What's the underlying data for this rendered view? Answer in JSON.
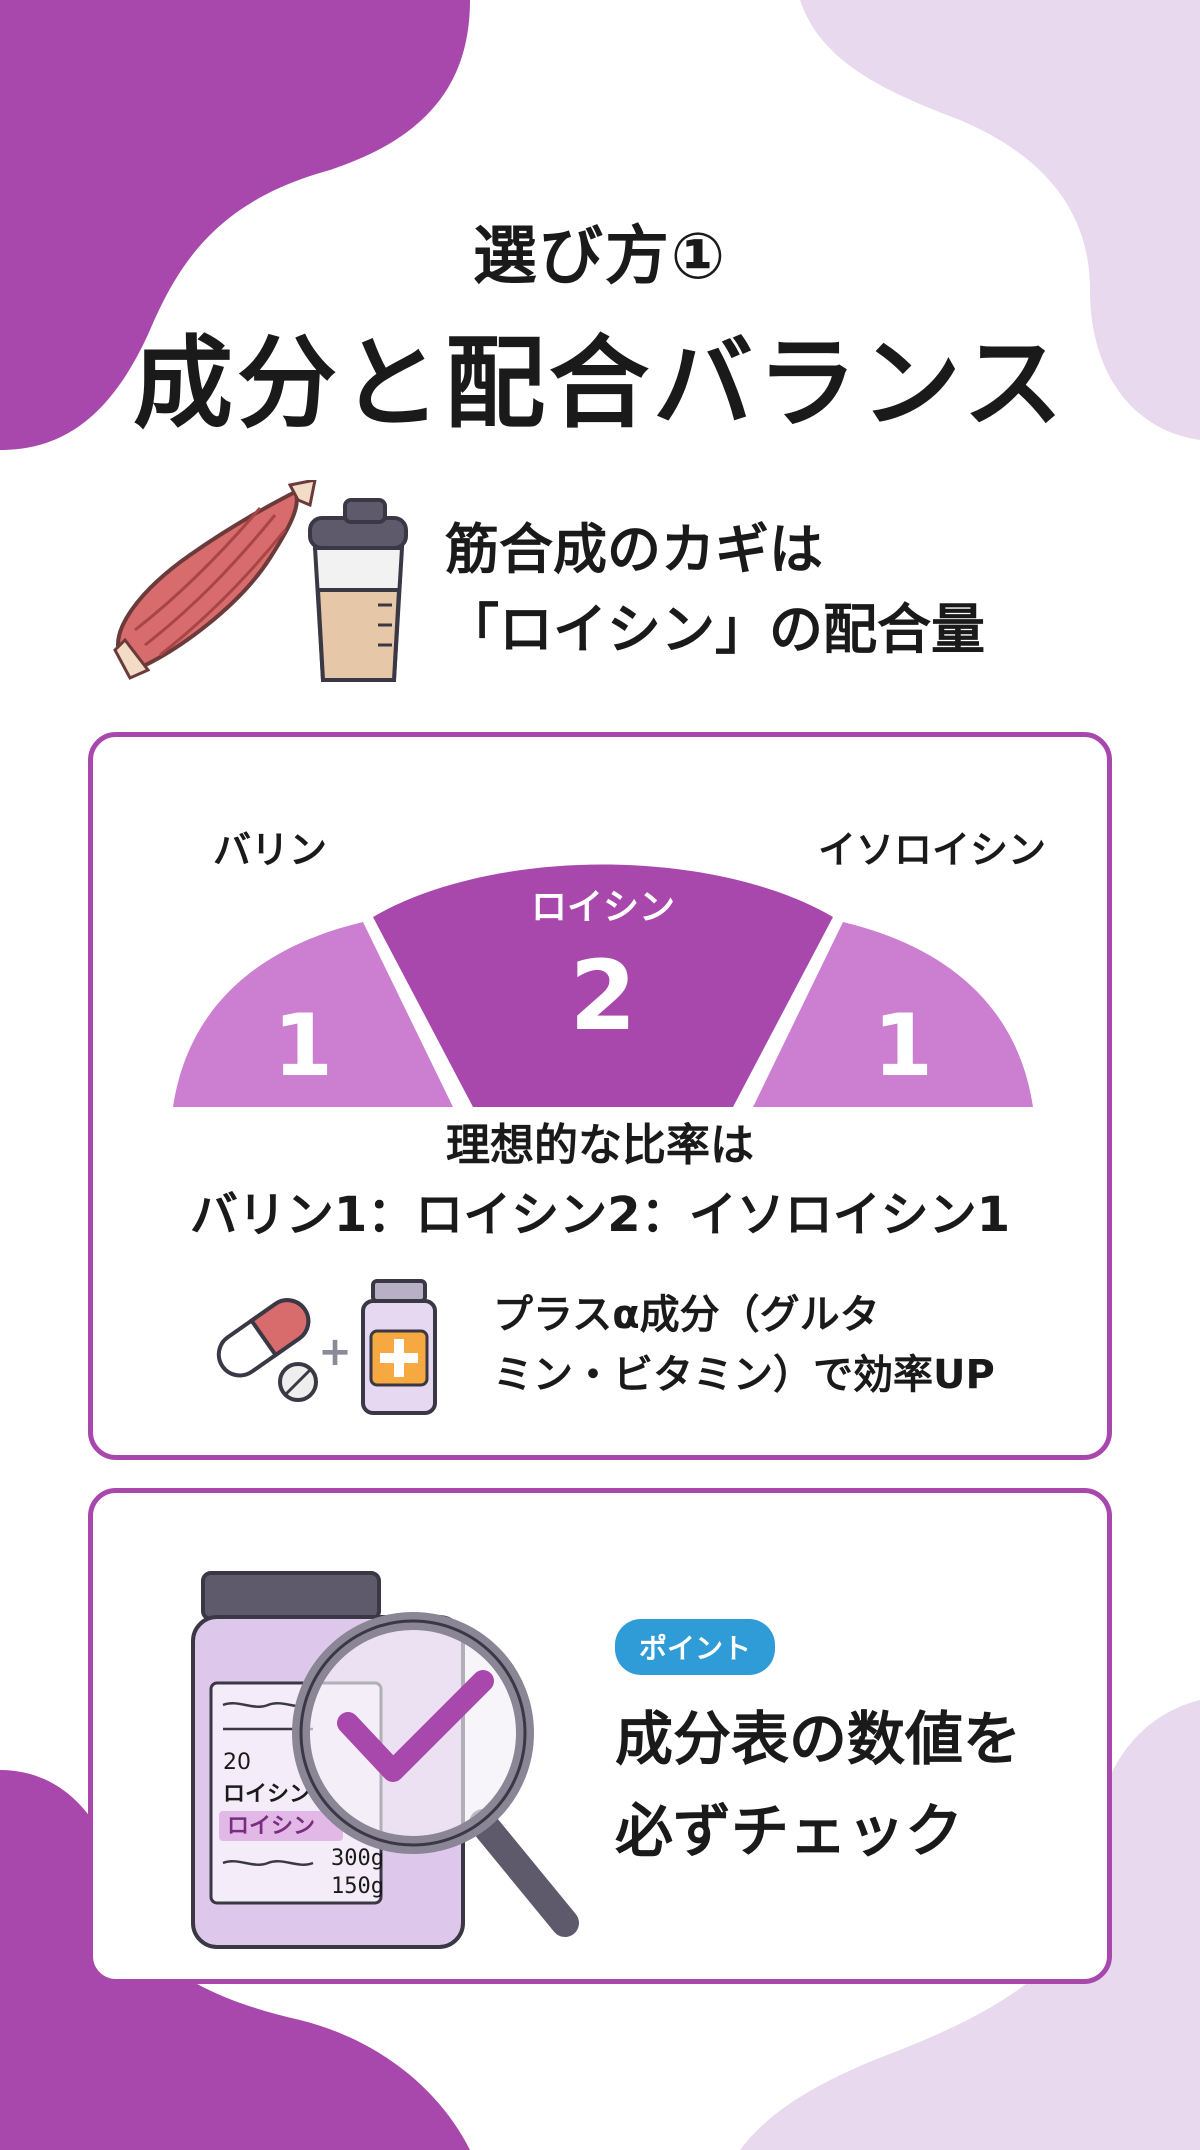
{
  "title": {
    "subtitle": "選び方①",
    "main": "成分と配合バランス"
  },
  "hero": {
    "line1": "筋合成のカギは",
    "line2": "「ロイシン」の配合量"
  },
  "ratio_chart": {
    "segments": [
      {
        "label": "バリン",
        "value": "1"
      },
      {
        "label": "ロイシン",
        "value": "2"
      },
      {
        "label": "イソロイシン",
        "value": "1"
      }
    ],
    "caption": "理想的な比率は",
    "ratio_text": "バリン1：ロイシン2：イソロイシン1"
  },
  "supplement": {
    "line1": "プラスα成分（グルタ",
    "line2": "ミン・ビタミン）で効率UP"
  },
  "point": {
    "badge": "ポイント",
    "line1": "成分表の数値を",
    "line2": "必ずチェック",
    "label_number": "20",
    "label_highlight": "ロイシン",
    "label_name": "ロイシン",
    "label_amount_1": "300g",
    "label_amount_2": "150g"
  },
  "colors": {
    "accent": "#a848ad",
    "accent_light": "#cc7fd1",
    "blob_light": "#e8d9ef",
    "badge_blue": "#2f9bd7"
  }
}
